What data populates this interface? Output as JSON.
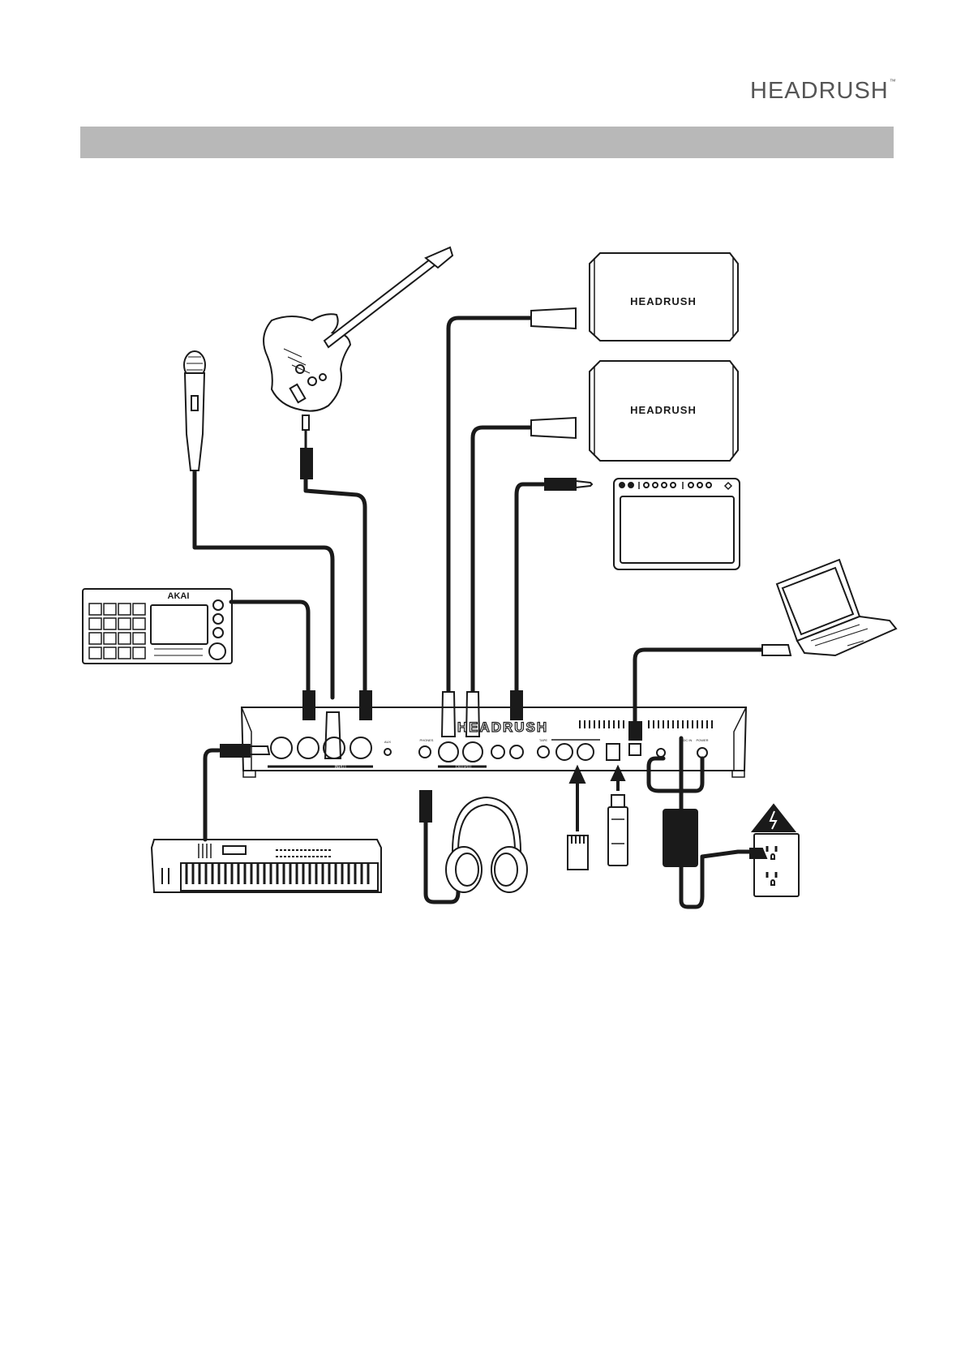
{
  "header": {
    "brand_logo": "HEADRUSH",
    "trademark": "™"
  },
  "devices": {
    "speaker_top_logo": "HEADRUSH",
    "speaker_bottom_logo": "HEADRUSH",
    "sampler_logo": "AKAI",
    "rear_panel_logo": "HEADRUSH"
  },
  "panel_labels": {
    "input": "INPUT",
    "output": "OUTPUT",
    "phones": "PHONES",
    "aux": "AUX",
    "tape": "TAPE",
    "dc_in": "DC IN",
    "power": "POWER"
  },
  "colors": {
    "banner": "#b8b8b8",
    "line": "#1a1a1a"
  }
}
